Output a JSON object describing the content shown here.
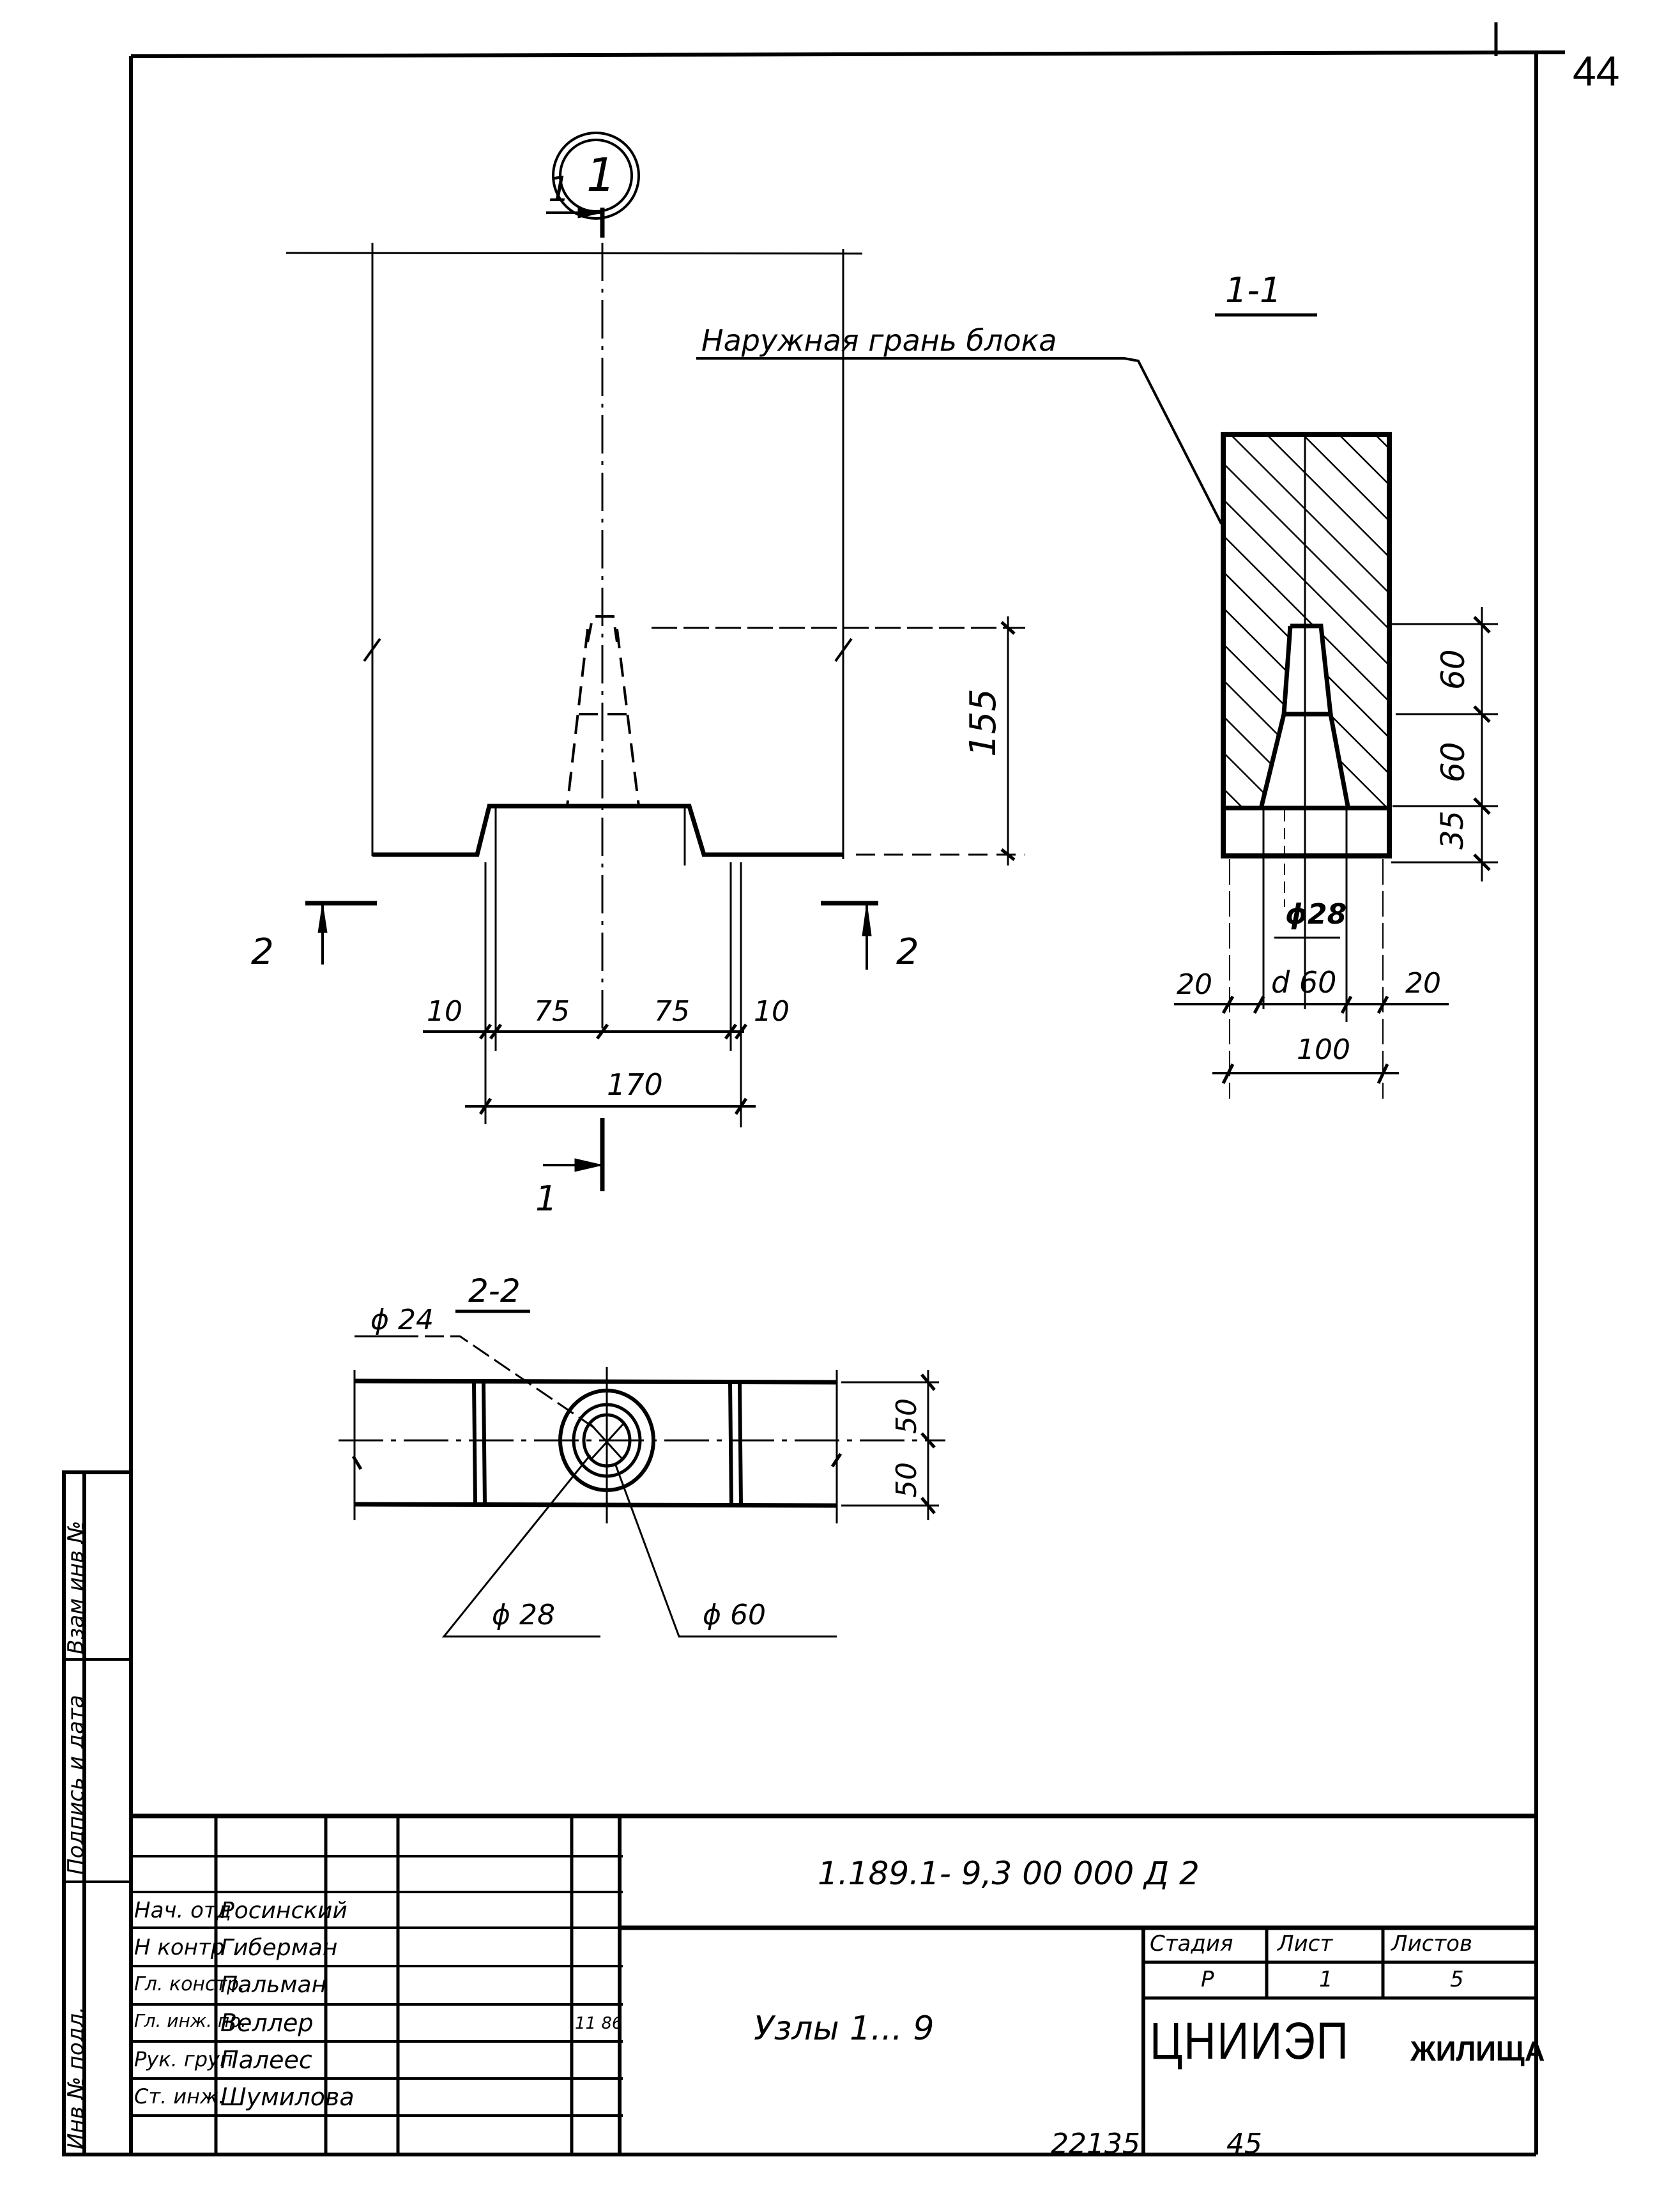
{
  "sheet": {
    "page_number": "44",
    "bottom_archive_number": "22135",
    "bottom_sheet_number": "45"
  },
  "node_marker": {
    "label": "1"
  },
  "section_marks": {
    "section_1_label": "1",
    "section_2_label": "2"
  },
  "plan_view": {
    "dimension_height": "155",
    "bottom_dims": [
      "10",
      "75",
      "75",
      "10"
    ],
    "overall_width": "170"
  },
  "section_1_1": {
    "title": "1-1",
    "leader_note": "Наружная грань блока",
    "vertical_dims": [
      "60",
      "60",
      "35"
    ],
    "phi_label": "ϕ28",
    "horizontal_dims": [
      "20",
      "d 60",
      "20"
    ],
    "overall_width": "100"
  },
  "section_2_2": {
    "title": "2-2",
    "phi_top": "ϕ 24",
    "phi_bottom_left": "ϕ 28",
    "phi_bottom_right": "ϕ 60",
    "vertical_dims": [
      "50",
      "50"
    ]
  },
  "side_stamp": {
    "cells": [
      "Взам инв №",
      "Подпись и дата",
      "Инв № подл."
    ]
  },
  "title_block": {
    "document_code": "1.189.1- 9,3    00 000  Д 2",
    "drawing_title": "Узлы  1... 9",
    "signatories": [
      {
        "role": "Нач. отд",
        "name": "Росинский",
        "date": ""
      },
      {
        "role": "Н контр",
        "name": "Гиберман",
        "date": ""
      },
      {
        "role": "Гл. констр.",
        "name": "Пальман",
        "date": ""
      },
      {
        "role": "Гл. инж. пр.",
        "name": "Веллер",
        "date": "11 86"
      },
      {
        "role": "Рук. груп",
        "name": "Палеес",
        "date": ""
      },
      {
        "role": "Ст. инж.",
        "name": "Шумилова",
        "date": ""
      }
    ],
    "stage_header": {
      "stage": "Стадия",
      "sheet": "Лист",
      "sheets": "Листов"
    },
    "stage_values": {
      "stage": "Р",
      "sheet": "1",
      "sheets": "5"
    },
    "organization": {
      "name": "ЦНИИЭП",
      "subtitle": "ЖИЛИЩА"
    }
  }
}
